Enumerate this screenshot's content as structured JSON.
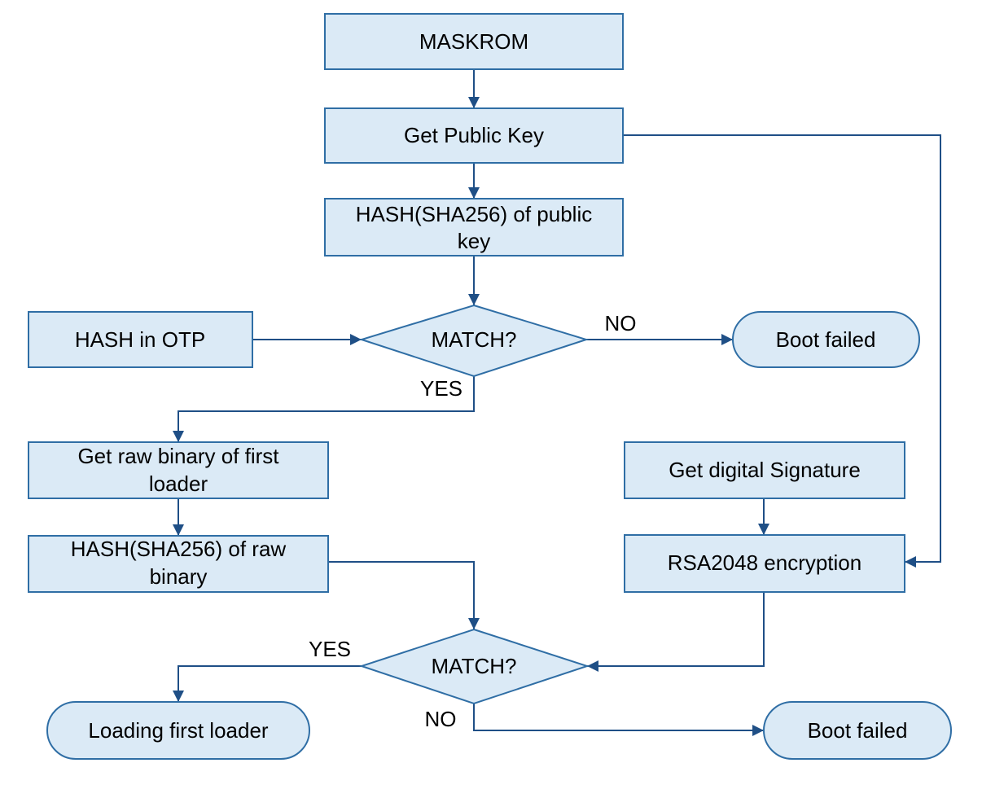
{
  "colors": {
    "node_fill": "#dbeaf6",
    "node_stroke": "#2f6ea5",
    "edge": "#1f4f86",
    "text": "#000000"
  },
  "nodes": {
    "maskrom": {
      "lines": [
        "MASKROM"
      ]
    },
    "get_public_key": {
      "lines": [
        "Get Public Key"
      ]
    },
    "hash_public_key": {
      "lines": [
        "HASH(SHA256) of public",
        "key"
      ]
    },
    "hash_in_otp": {
      "lines": [
        "HASH in OTP"
      ]
    },
    "match_1": {
      "lines": [
        "MATCH?"
      ]
    },
    "boot_failed_1": {
      "lines": [
        "Boot failed"
      ]
    },
    "get_raw_binary": {
      "lines": [
        "Get raw binary of first",
        "loader"
      ]
    },
    "hash_raw_binary": {
      "lines": [
        "HASH(SHA256) of raw",
        "binary"
      ]
    },
    "get_digital_signature": {
      "lines": [
        "Get digital Signature"
      ]
    },
    "rsa2048": {
      "lines": [
        "RSA2048 encryption"
      ]
    },
    "match_2": {
      "lines": [
        "MATCH?"
      ]
    },
    "loading_first_loader": {
      "lines": [
        "Loading first loader"
      ]
    },
    "boot_failed_2": {
      "lines": [
        "Boot failed"
      ]
    }
  },
  "edge_labels": {
    "match1_no": "NO",
    "match1_yes": "YES",
    "match2_yes": "YES",
    "match2_no": "NO"
  }
}
